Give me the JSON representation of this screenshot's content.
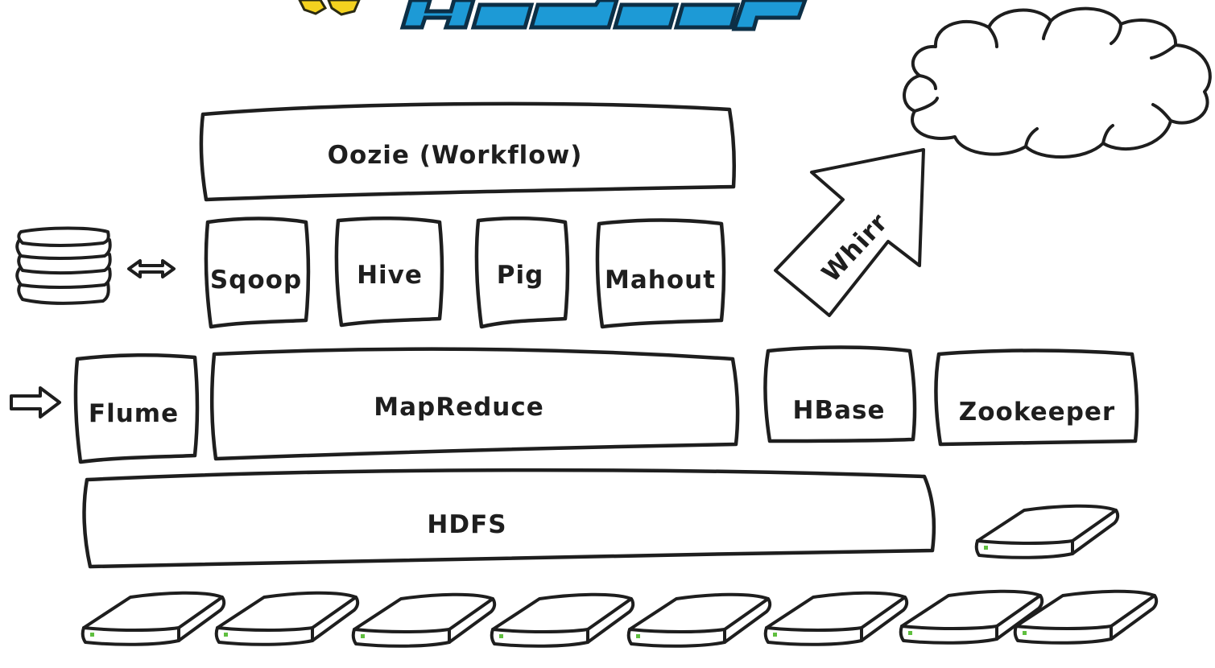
{
  "diagram": {
    "components": {
      "oozie": "Oozie (Workflow)",
      "sqoop": "Sqoop",
      "hive": "Hive",
      "pig": "Pig",
      "mahout": "Mahout",
      "flume": "Flume",
      "mapreduce": "MapReduce",
      "hbase": "HBase",
      "zookeeper": "Zookeeper",
      "hdfs": "HDFS",
      "whirr": "Whirr"
    },
    "icons": {
      "logo": "hadoop-logo",
      "database": "database-stack-icon",
      "bidirectional_arrow": "double-arrow-icon",
      "input_arrow": "right-arrow-icon",
      "cloud": "cloud-icon",
      "server": "server-disk-icon"
    },
    "colors": {
      "ink": "#1e1e1e",
      "logo_blue": "#1d9ad6",
      "logo_yellow": "#f4d21f",
      "server_led": "#5fbf3f"
    }
  }
}
